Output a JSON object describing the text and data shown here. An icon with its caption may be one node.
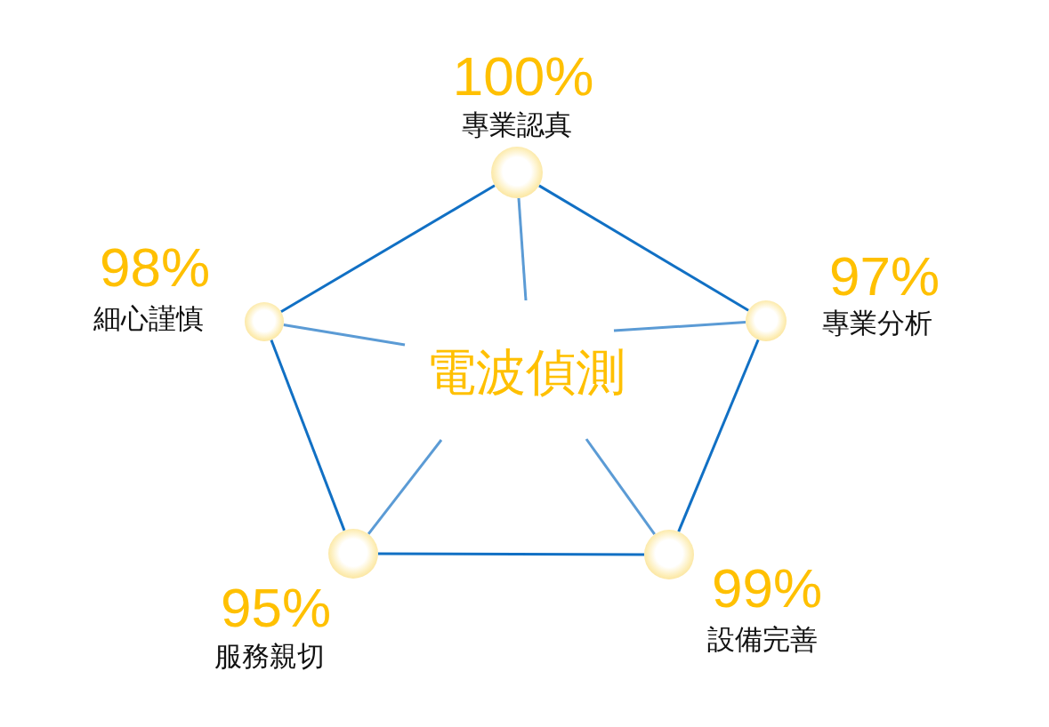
{
  "diagram": {
    "nodes": [
      {
        "text": [],
        "shape": "circle",
        "beside": [
          "100%",
          "專業認真"
        ]
      },
      {
        "text": [],
        "shape": "circle",
        "beside": [
          "98%",
          "細心謹慎"
        ]
      },
      {
        "text": [],
        "shape": "circle",
        "beside": [
          "97%",
          "專業分析"
        ]
      },
      {
        "text": [
          "電波偵測"
        ]
      },
      {
        "text": [],
        "shape": "circle",
        "beside": [
          "95%",
          "服務親切"
        ]
      },
      {
        "text": [],
        "shape": "circle",
        "beside": [
          "99%",
          "設備完善"
        ]
      }
    ],
    "edges": [
      {
        "from": 0,
        "to": 2,
        "arrow": "none"
      },
      {
        "from": 2,
        "to": 5,
        "arrow": "none"
      },
      {
        "from": 5,
        "to": 4,
        "arrow": "none"
      },
      {
        "from": 4,
        "to": 1,
        "arrow": "none"
      },
      {
        "from": 1,
        "to": 0,
        "arrow": "none"
      },
      {
        "from": 0,
        "to": 3,
        "arrow": "none",
        "color": "#5b9bd5"
      },
      {
        "from": 2,
        "to": 3,
        "arrow": "none",
        "color": "#5b9bd5"
      },
      {
        "from": 5,
        "to": 3,
        "arrow": "none",
        "color": "#5b9bd5"
      },
      {
        "from": 4,
        "to": 3,
        "arrow": "none",
        "color": "#5b9bd5"
      },
      {
        "from": 1,
        "to": 3,
        "arrow": "none",
        "color": "#5b9bd5"
      }
    ]
  }
}
